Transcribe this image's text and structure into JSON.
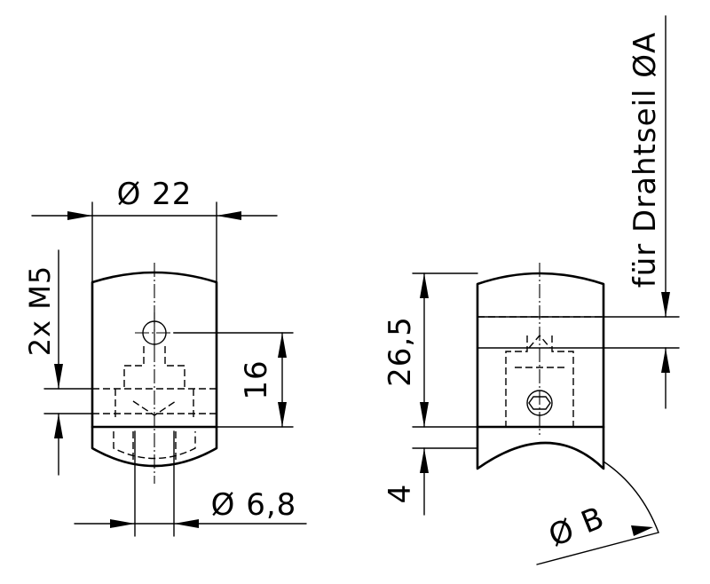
{
  "dimensions": {
    "dia_22": "Ø 22",
    "thread_label": "2x M5",
    "dim_16": "16",
    "dia_6_8": "Ø 6,8",
    "dim_26_5": "26,5",
    "dim_4": "4",
    "dia_b": "Ø B",
    "rope_label": "für Drahtseil ØA"
  }
}
